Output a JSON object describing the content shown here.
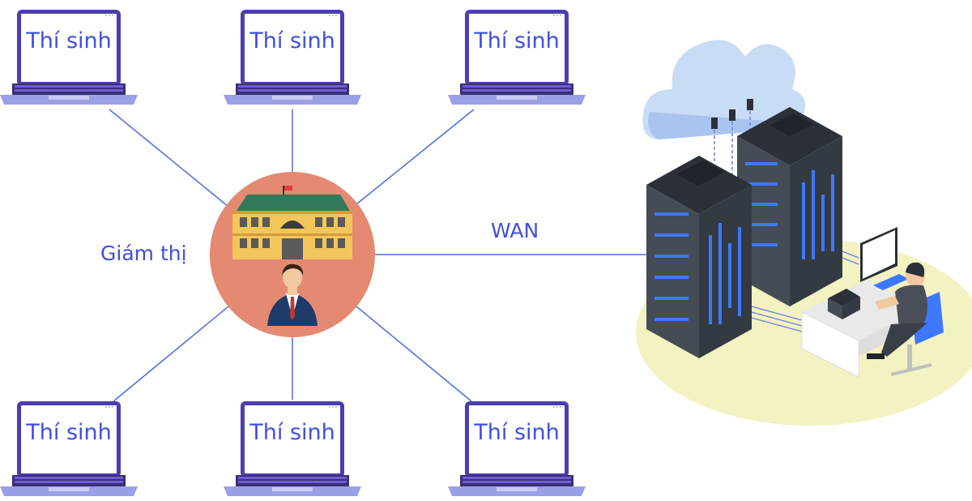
{
  "diagram": {
    "candidate_label": "Thí sinh",
    "supervisor_label": "Giám thị",
    "link_label": "WAN"
  },
  "colors": {
    "link_line": "#4a6ee0",
    "label_text": "#3f4fe0",
    "laptop_frame": "#4b3fb0",
    "hub_circle": "#e48a72",
    "server_body": "#3a4048",
    "server_accent": "#3d78ff",
    "cloud": "#bcd3f5",
    "floor": "#f3f2c2"
  },
  "icons": [
    "laptop-icon",
    "school-building-icon",
    "supervisor-person-icon",
    "server-rack-icon",
    "cloud-icon",
    "workstation-icon"
  ]
}
